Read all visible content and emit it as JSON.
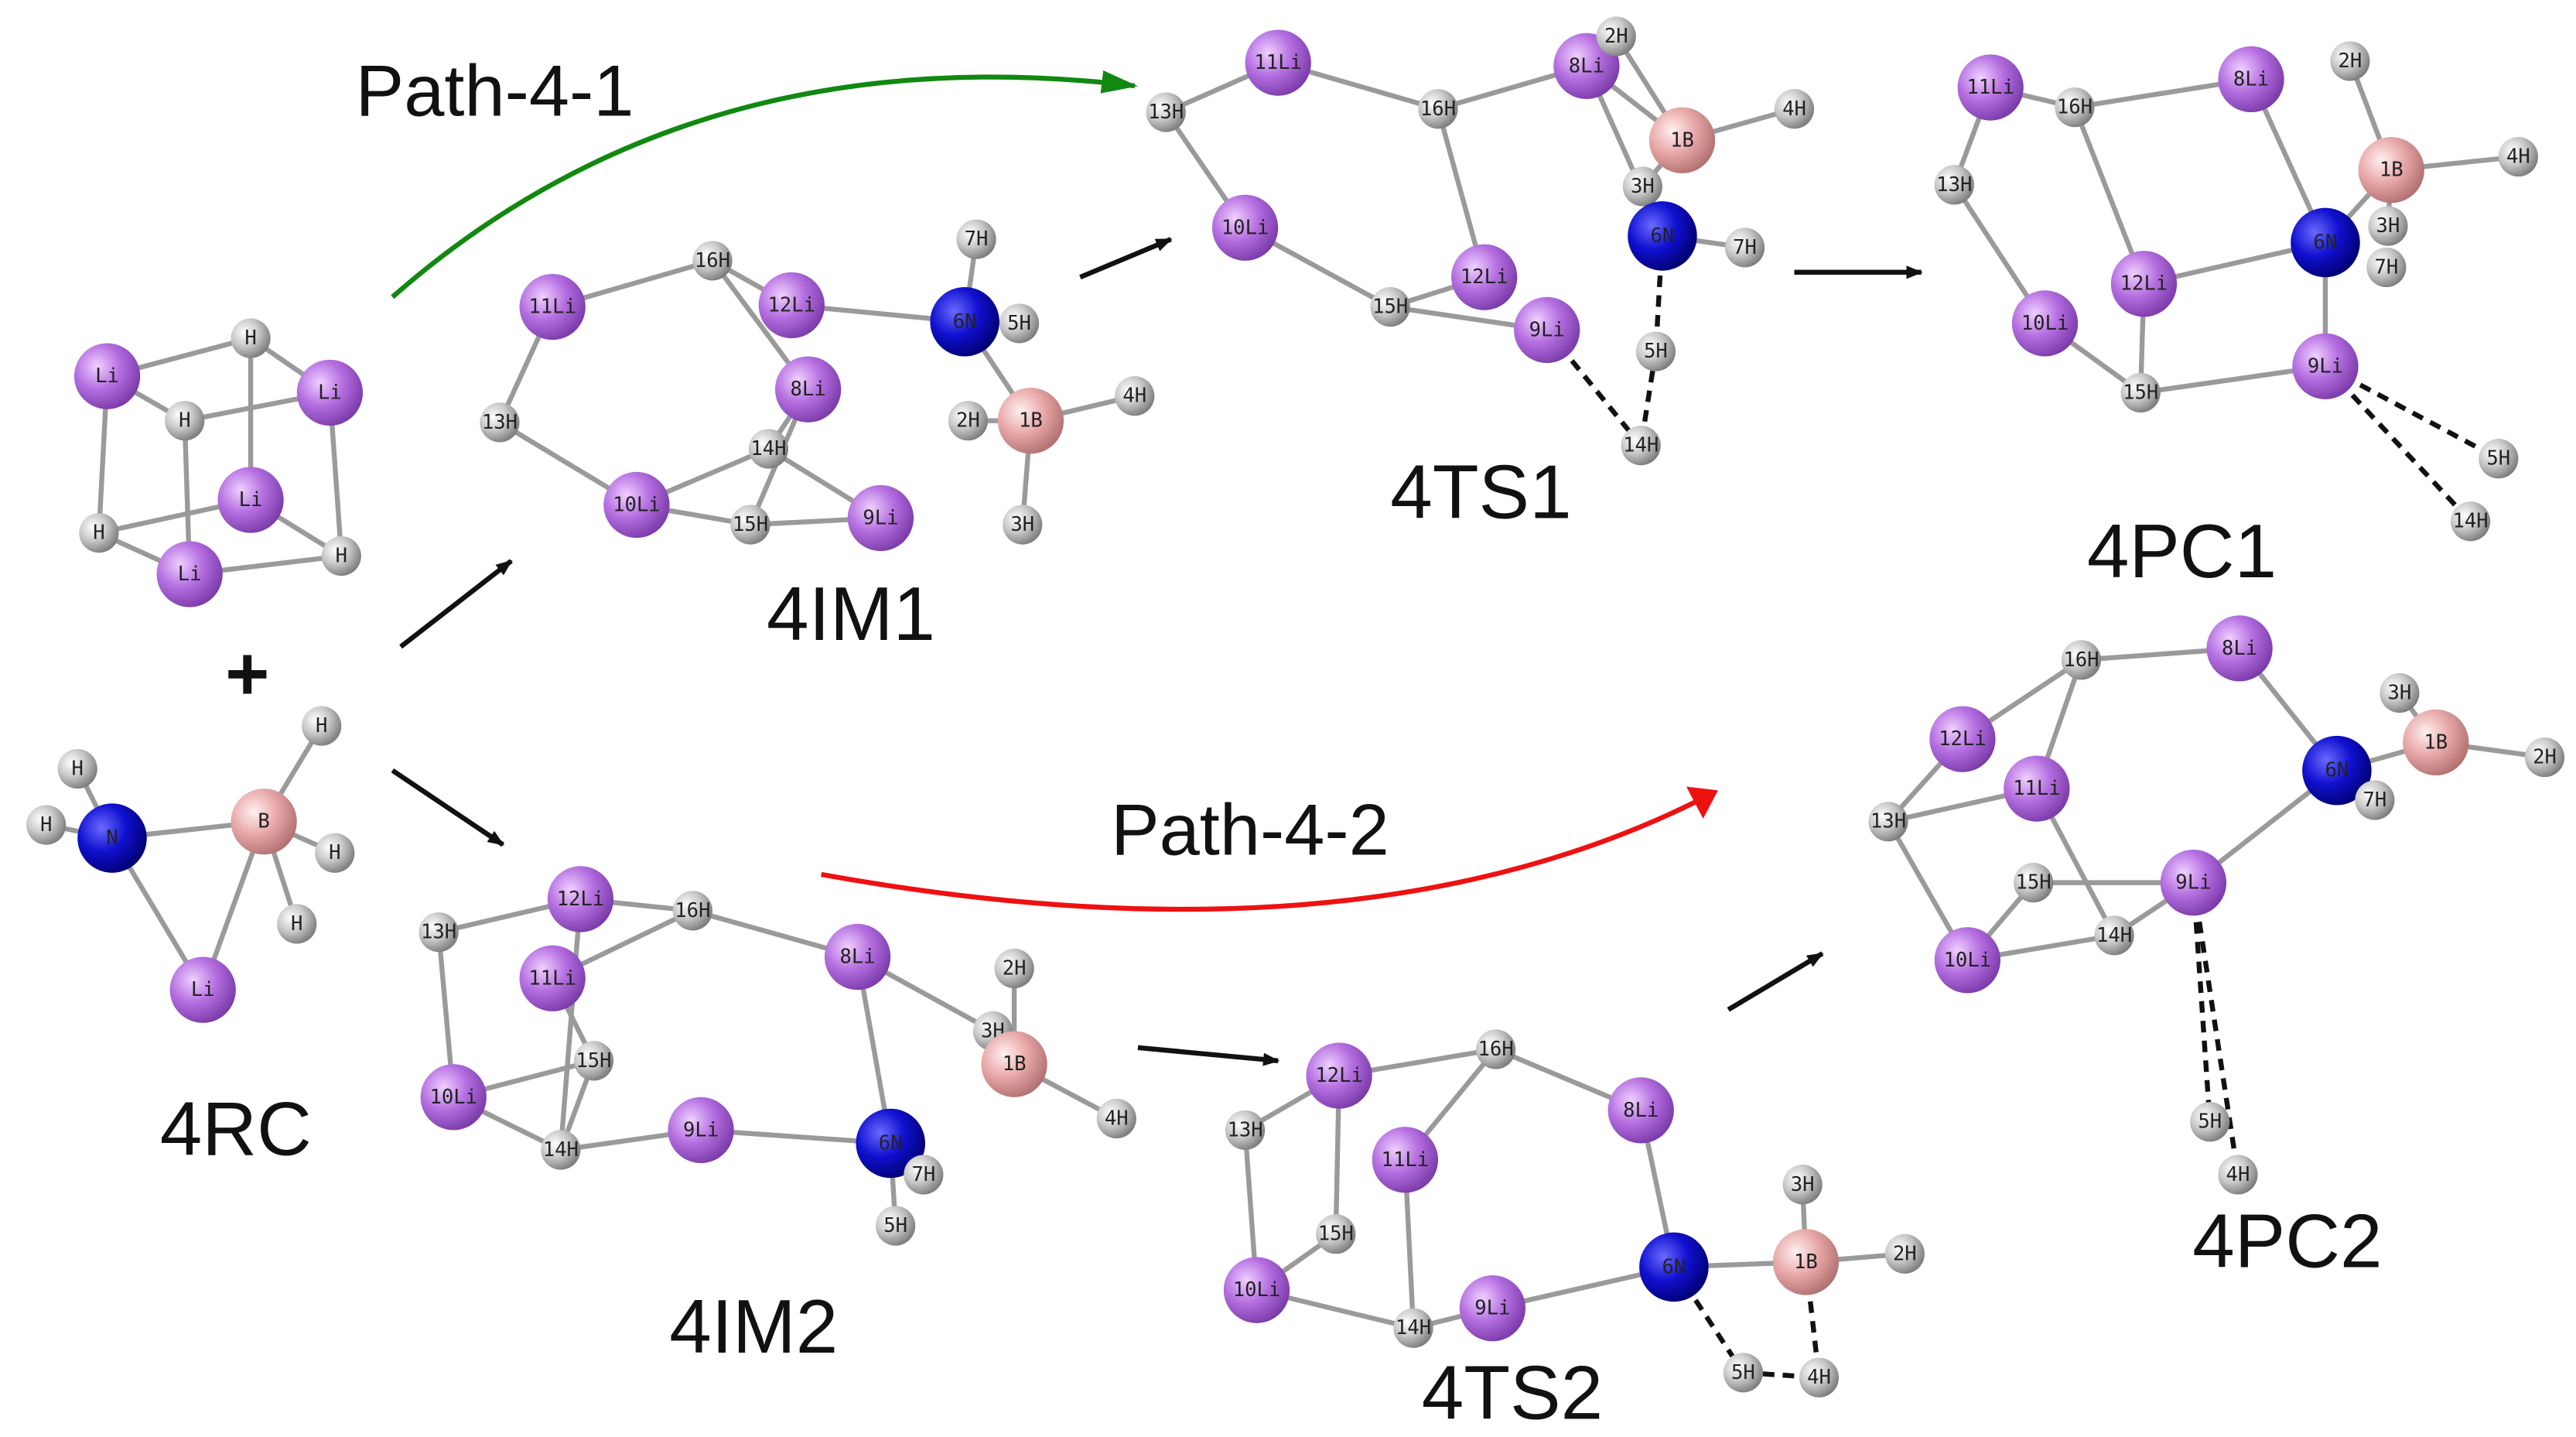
{
  "colors": {
    "Li": "#b46ee0",
    "H": "#c8c8c8",
    "N": "#1010d0",
    "B": "#e8a8a8",
    "path1": "#118811",
    "path2": "#ee1111",
    "arrow": "#111111"
  },
  "plus_sign": "+",
  "paths": [
    {
      "label": "Path-4-1"
    },
    {
      "label": "Path-4-2"
    }
  ],
  "molecules": [
    {
      "name": "4RC",
      "atoms": [
        "Li",
        "H",
        "Li",
        "H",
        "Li",
        "H",
        "Li",
        "H",
        "H",
        "H",
        "N",
        "B",
        "H",
        "H",
        "H",
        "Li"
      ]
    },
    {
      "name": "4IM1",
      "atoms": [
        "11Li",
        "16H",
        "12Li",
        "6N",
        "7H",
        "5H",
        "13H",
        "8Li",
        "14H",
        "10Li",
        "15H",
        "9Li",
        "2H",
        "1B",
        "4H",
        "3H"
      ]
    },
    {
      "name": "4TS1",
      "atoms": [
        "11Li",
        "8Li",
        "2H",
        "13H",
        "16H",
        "1B",
        "4H",
        "3H",
        "10Li",
        "6N",
        "7H",
        "12Li",
        "15H",
        "9Li",
        "5H",
        "14H"
      ]
    },
    {
      "name": "4PC1",
      "atoms": [
        "11Li",
        "16H",
        "8Li",
        "2H",
        "1B",
        "4H",
        "13H",
        "6N",
        "3H",
        "7H",
        "12Li",
        "10Li",
        "15H",
        "9Li",
        "5H",
        "14H"
      ]
    },
    {
      "name": "4IM2",
      "atoms": [
        "13H",
        "12Li",
        "16H",
        "8Li",
        "2H",
        "11Li",
        "3H",
        "1B",
        "15H",
        "10Li",
        "9Li",
        "14H",
        "6N",
        "7H",
        "4H",
        "5H"
      ]
    },
    {
      "name": "4TS2",
      "atoms": [
        "16H",
        "12Li",
        "8Li",
        "13H",
        "11Li",
        "3H",
        "15H",
        "6N",
        "1B",
        "2H",
        "10Li",
        "14H",
        "9Li",
        "5H",
        "4H"
      ]
    },
    {
      "name": "4PC2",
      "atoms": [
        "16H",
        "8Li",
        "3H",
        "1B",
        "2H",
        "12Li",
        "6N",
        "7H",
        "11Li",
        "13H",
        "15H",
        "9Li",
        "14H",
        "10Li",
        "5H",
        "4H"
      ]
    }
  ]
}
